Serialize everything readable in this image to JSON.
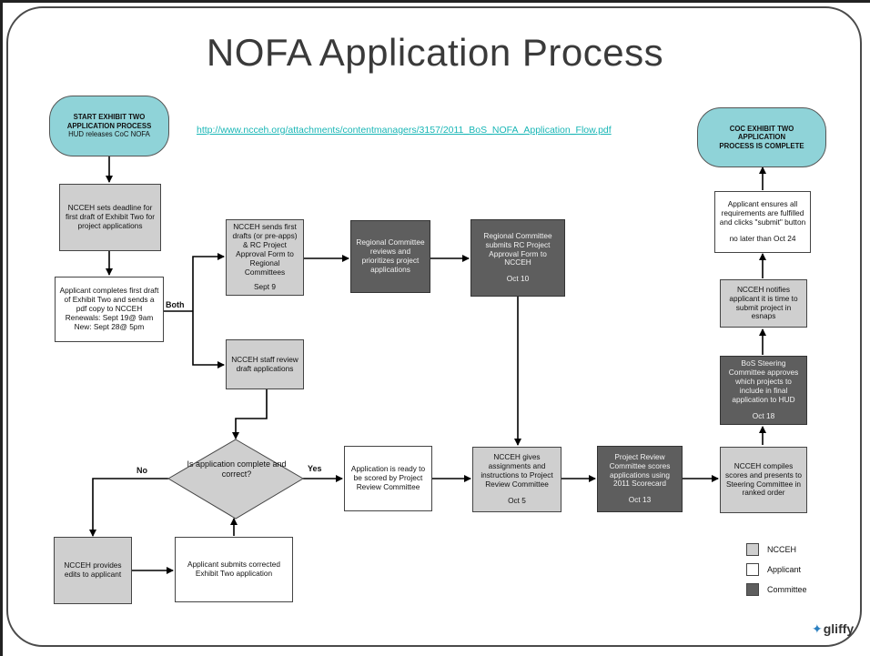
{
  "title": "NOFA Application Process",
  "link": "http://www.ncceh.org/attachments/contentmanagers/3157/2011_BoS_NOFA_Application_Flow.pdf",
  "start": {
    "line1": "START EXHIBIT TWO",
    "line2": "APPLICATION PROCESS",
    "line3": "HUD releases CoC NOFA"
  },
  "end": {
    "line1": "COC EXHIBIT TWO",
    "line2": "APPLICATION",
    "line3": "PROCESS IS COMPLETE"
  },
  "nodes": {
    "deadline": "NCCEH sets deadline for first draft of Exhibit Two for project applications",
    "first_draft": "Applicant completes first draft of Exhibit Two and sends a pdf copy to NCCEH",
    "first_draft_renewals": "Renewals: Sept 19@ 9am",
    "first_draft_new": "New: Sept 28@ 5pm",
    "sends_drafts": "NCCEH sends first drafts (or pre-apps) & RC Project Approval Form to Regional Committees",
    "sends_drafts_date": "Sept 9",
    "rc_reviews": "Regional Committee reviews and prioritizes project applications",
    "rc_submits": "Regional Committee submits RC Project Approval Form to NCCEH",
    "rc_submits_date": "Oct 10",
    "staff_review": "NCCEH staff review draft applications",
    "decision": "Is application complete and correct?",
    "ready": "Application is ready to be scored by Project Review Committee",
    "gives_assignments": "NCCEH gives assignments and instructions to Project Review Committee",
    "gives_assignments_date": "Oct 5",
    "prc_scores": "Project Review Committee scores applications using 2011 Scorecard",
    "prc_scores_date": "Oct 13",
    "compiles": "NCCEH compiles scores and presents to Steering Committee in ranked order",
    "bos_approves": "BoS Steering Committee approves which projects to include in final application to HUD",
    "bos_approves_date": "Oct 18",
    "notifies": "NCCEH notifies applicant it is time to submit project in esnaps",
    "ensures": "Applicant ensures all requirements are fulfilled and clicks \"submit\" button",
    "ensures_date": "no later than Oct 24",
    "provides_edits": "NCCEH provides edits to applicant",
    "submits_corrected": "Applicant submits corrected Exhibit Two application"
  },
  "edge_labels": {
    "both": "Both",
    "yes": "Yes",
    "no": "No"
  },
  "legend": [
    {
      "label": "NCCEH",
      "color": "#cfcfcf"
    },
    {
      "label": "Applicant",
      "color": "#ffffff"
    },
    {
      "label": "Committee",
      "color": "#5e5e5e"
    }
  ],
  "brand": "gliffy",
  "colors": {
    "terminal": "#8fd3d8",
    "ncceh": "#cfcfcf",
    "applicant": "#ffffff",
    "committee": "#5e5e5e",
    "link": "#19b6b6"
  }
}
